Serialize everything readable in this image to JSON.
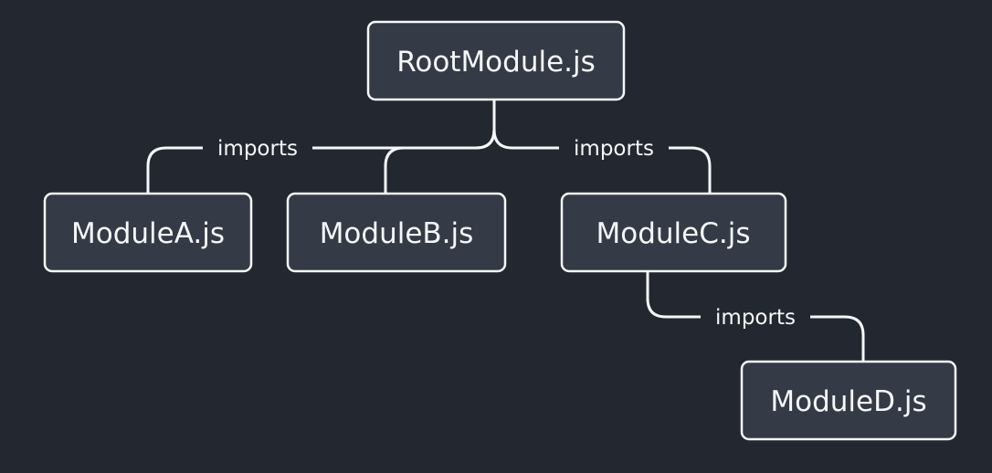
{
  "diagram": {
    "nodes": {
      "root": "RootModule.js",
      "module_a": "ModuleA.js",
      "module_b": "ModuleB.js",
      "module_c": "ModuleC.js",
      "module_d": "ModuleD.js"
    },
    "edges": {
      "root_to_a": "imports",
      "root_to_c": "imports",
      "c_to_d": "imports"
    }
  }
}
